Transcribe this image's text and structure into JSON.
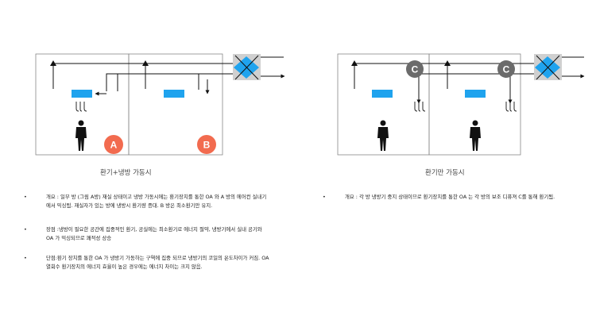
{
  "left_panel": {
    "caption": "환기+냉방 가동시",
    "badge_a": "A",
    "badge_b": "B",
    "bullets": [
      "개요 : 일부 방 (그림 A방) 재실 상태이고 냉방 가동시에는 환기장치를 통한 OA 와 A 방의 에어컨 실내기에서 믹싱됨. 재실자가 있는 방에 냉방시 환기량 증대. B 방은 최소환기만 유지.",
      "장점 :냉방이 필요한 공간에 집중적인 환기, 공실에는 최소환기로 에너지 절약, 냉방기에서 실내 공기와 OA 가 믹싱되므로 쾌적성 상승",
      "단점:환기 장치를 통한 OA 가 냉방기 가동하는 구역에 집중 되므로 냉방기의 코일의 온도차이가 커짐. OA 열회수 환기장치의 에너지 효율이 높은 경우에는 에너지 차이는 크지 않음."
    ]
  },
  "right_panel": {
    "caption": "환기만 가동시",
    "badge_c": "C",
    "bullets": [
      "개요 : 각 방 냉방기 중지 상태이므로 환기장치를 통한 OA 는 각 방의 보조 디퓨져 C를 통해 환기됨."
    ]
  },
  "colors": {
    "indoor_unit": "#1fa3ee",
    "erv_fill": "#d0d0d0",
    "erv_core": "#1fa3ee",
    "badge_orange": "#f26b4f",
    "badge_gray": "#6b6b6b",
    "line": "#111111",
    "wall": "#888888"
  }
}
